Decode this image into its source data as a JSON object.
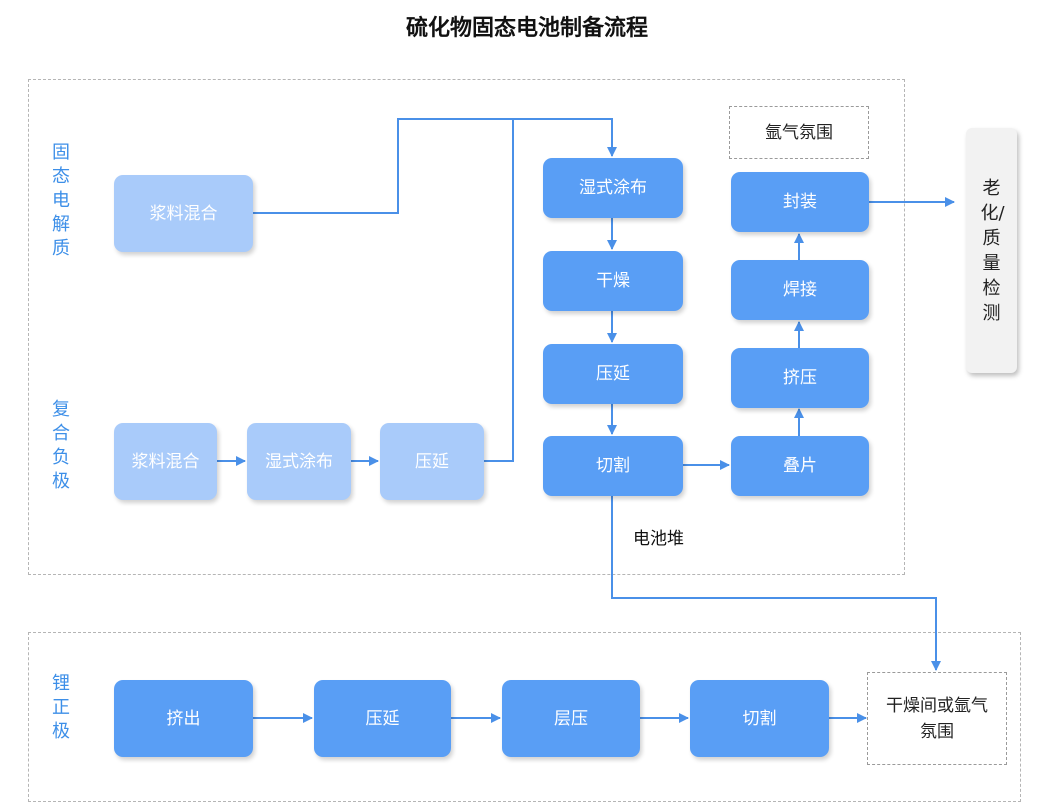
{
  "title": "硫化物固态电池制备流程",
  "labels": {
    "solid_electrolyte": "固态电解质",
    "composite_anode": "复合负极",
    "lithium_cathode": "锂正极"
  },
  "electrolyte": {
    "slurry_mixing": "浆料混合"
  },
  "anode": {
    "slurry_mixing": "浆料混合",
    "wet_coating": "湿式涂布",
    "calendering": "压延"
  },
  "stack_process": {
    "wet_coating": "湿式涂布",
    "drying": "干燥",
    "calendering": "压延",
    "cutting": "切割",
    "stacking": "叠片",
    "pressing": "挤压",
    "welding": "焊接",
    "packaging": "封装"
  },
  "argon_atmosphere": "氩气氛围",
  "battery_stack": "电池堆",
  "aging_check": "老化/质量检测",
  "cathode": {
    "extrusion": "挤出",
    "calendering": "压延",
    "lamination": "层压",
    "cutting": "切割"
  },
  "dry_room": "干燥间或氩气氛围",
  "colors": {
    "light_box": "#a9cbfa",
    "blue_box": "#599ef5",
    "label": "#3d8fe8",
    "arrow": "#4a90e8"
  }
}
